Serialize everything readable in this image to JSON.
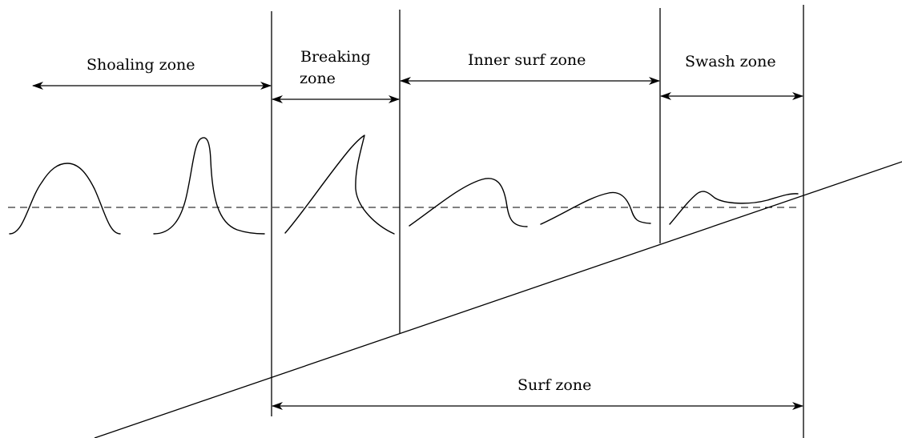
{
  "labels": {
    "shoaling_zone": "Shoaling zone",
    "breaking_zone_line1": "Breaking",
    "breaking_zone_line2": "zone",
    "inner_surf_zone": "Inner surf zone",
    "swash_zone": "Swash zone",
    "surf_zone": "Surf zone"
  },
  "colors": {
    "stroke": "#000000",
    "background": "#ffffff"
  }
}
